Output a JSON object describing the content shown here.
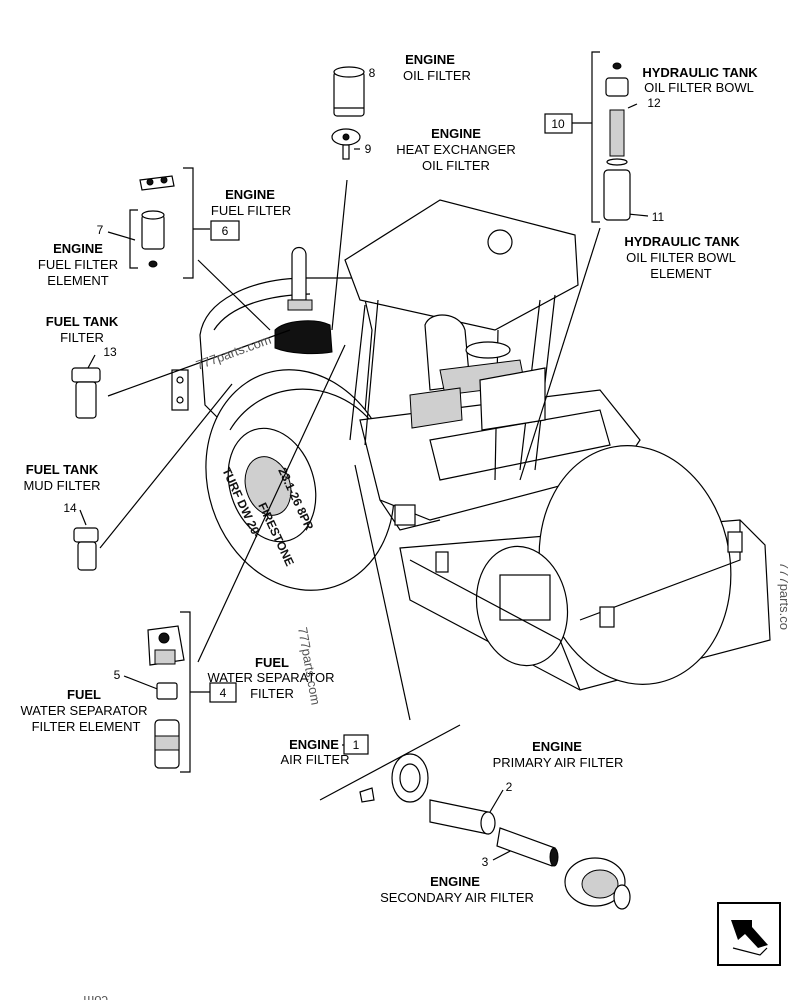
{
  "callouts": {
    "engine_oil_filter": {
      "line1": "ENGINE",
      "line2": "OIL FILTER",
      "num": "8"
    },
    "heat_exchanger": {
      "line1": "ENGINE",
      "line2": "HEAT EXCHANGER",
      "line3": "OIL FILTER",
      "num": "9"
    },
    "engine_fuel_filter": {
      "line1": "ENGINE",
      "line2": "FUEL FILTER",
      "box": "6"
    },
    "fuel_filter_element": {
      "line1": "ENGINE",
      "line2": "FUEL FILTER",
      "line3": "ELEMENT",
      "num": "7"
    },
    "hyd_filter_bowl": {
      "line1": "HYDRAULIC TANK",
      "line2": "OIL FILTER BOWL",
      "num": "12",
      "box": "10"
    },
    "hyd_bowl_element": {
      "line1": "HYDRAULIC TANK",
      "line2": "OIL FILTER BOWL",
      "line3": "ELEMENT",
      "num": "11"
    },
    "fuel_tank_filter": {
      "line1": "FUEL TANK",
      "line2": "FILTER",
      "num": "13"
    },
    "fuel_tank_mud": {
      "line1": "FUEL TANK",
      "line2": "MUD FILTER",
      "num": "14"
    },
    "water_sep_filter": {
      "line1": "FUEL",
      "line2": "WATER SEPARATOR",
      "line3": "FILTER",
      "box": "4"
    },
    "water_sep_element": {
      "line1": "FUEL",
      "line2": "WATER SEPARATOR",
      "line3": "FILTER ELEMENT",
      "num": "5"
    },
    "air_filter": {
      "line1": "ENGINE",
      "line2": "AIR FILTER",
      "box": "1"
    },
    "primary_air": {
      "line1": "ENGINE",
      "line2": "PRIMARY AIR FILTER",
      "num": "2"
    },
    "secondary_air": {
      "line1": "ENGINE",
      "line2": "SECONDARY  AIR FILTER",
      "num": "3"
    }
  },
  "watermarks": {
    "w1": "777parts.com",
    "w2": "777parts.com",
    "w3": "777parts.co",
    "w4": "com"
  },
  "tire_text": {
    "t1": "23.1-26 8PR",
    "t2": "TURF DW 20-",
    "t3": "FIRESTONE"
  },
  "icons": {
    "nav": "next-page-arrow-icon"
  }
}
